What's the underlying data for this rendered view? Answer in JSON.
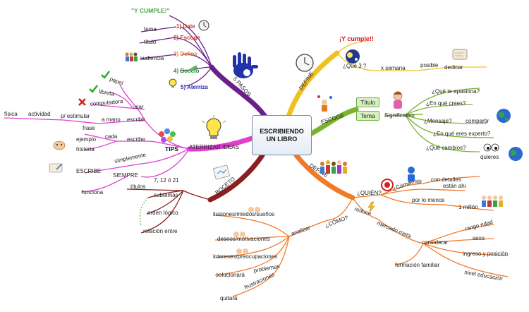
{
  "center": {
    "title": "ESCRIBIENDO UN LIBRO"
  },
  "steps": {
    "title": "5 PASOS",
    "header": "\"Y CUMPLE!\"",
    "items": [
      "1) Date",
      "2) Escoge",
      "3) Define",
      "4) Boceto",
      "5) Aterriza"
    ],
    "sub_tema": "tema",
    "sub_titulo": "título",
    "sub_audiencia": "audiencia"
  },
  "define_top": {
    "branch": "DEFINE",
    "cumple": "¡Y cumple!!",
    "que": "¿Qué 3 ?",
    "semana": "x semana",
    "posible": "posible",
    "dedicar": "dedicar"
  },
  "escoge": {
    "branch": "ESCOGE",
    "titulo": "Título",
    "tema": "Tema",
    "significativo": "Significativo",
    "apasiona": "¿Qué te apasiona?",
    "crees": "¿En qué crees?",
    "mensaje": "¿Mensaje?",
    "compartir": "compartir",
    "experto": "¿En qué eres experto?",
    "cambios": "¿Qué cambios?",
    "quieres": "quieres"
  },
  "aterrizar": {
    "branch": "ATERRIZAR IDEAS",
    "tips": "TIPS",
    "usar": "usar",
    "papel": "papel",
    "libreta": "libreta",
    "computadora": "computadora",
    "escribir": "escribir",
    "a_mano": "a mano",
    "p_estimular": "p/ estimular",
    "actividad": "actividad",
    "fisica": "física",
    "escribe": "escribe",
    "frase": "frase",
    "cada": "cada",
    "ejemplo": "ejemplo",
    "historia": "historia",
    "simplemente": "simplemente",
    "escribe_upper": "ESCRIBE",
    "siempre": "SIEMPRE",
    "funciona": "funciona"
  },
  "boceto": {
    "branch": "BOCETO",
    "titulos": "títulos",
    "nums": "7, 12 ó 21",
    "subtemas": "subtemas",
    "orden": "orden lógico",
    "relacion": "relación entre"
  },
  "define_bottom": {
    "branch": "DEFINE",
    "quien": "¿QUIÉN?",
    "como_q": "¿Cómo",
    "detalles": "con detalles",
    "sentir": "sentir",
    "estan": "están ahí",
    "por_lo_menos": "por lo menos",
    "millon": "1 millón",
    "como": "¿CÓMO?",
    "reduce": "reduce",
    "mercado": "mercado meta",
    "considerar": "considerar",
    "rango": "rango edad",
    "sexo": "sexo",
    "ingreso": "ingreso y posición",
    "nivel": "nivel educación",
    "formacion": "formación familiar",
    "analizar": "analizar",
    "ilusiones": "ilusiones/miedos/sueños",
    "deseos": "deseos/motivaciones",
    "intereses": "intereses/preocupaciones",
    "solucionara": "solucionará",
    "problemas": "problemas",
    "frustraciones": "frustraciones",
    "quitara": "quitará"
  },
  "colors": {
    "purple": "#6a1f8a",
    "yellow": "#f0c020",
    "green": "#7ab32e",
    "pink": "#e03fd0",
    "darkred": "#8b1e1e",
    "orange": "#f07a28"
  }
}
